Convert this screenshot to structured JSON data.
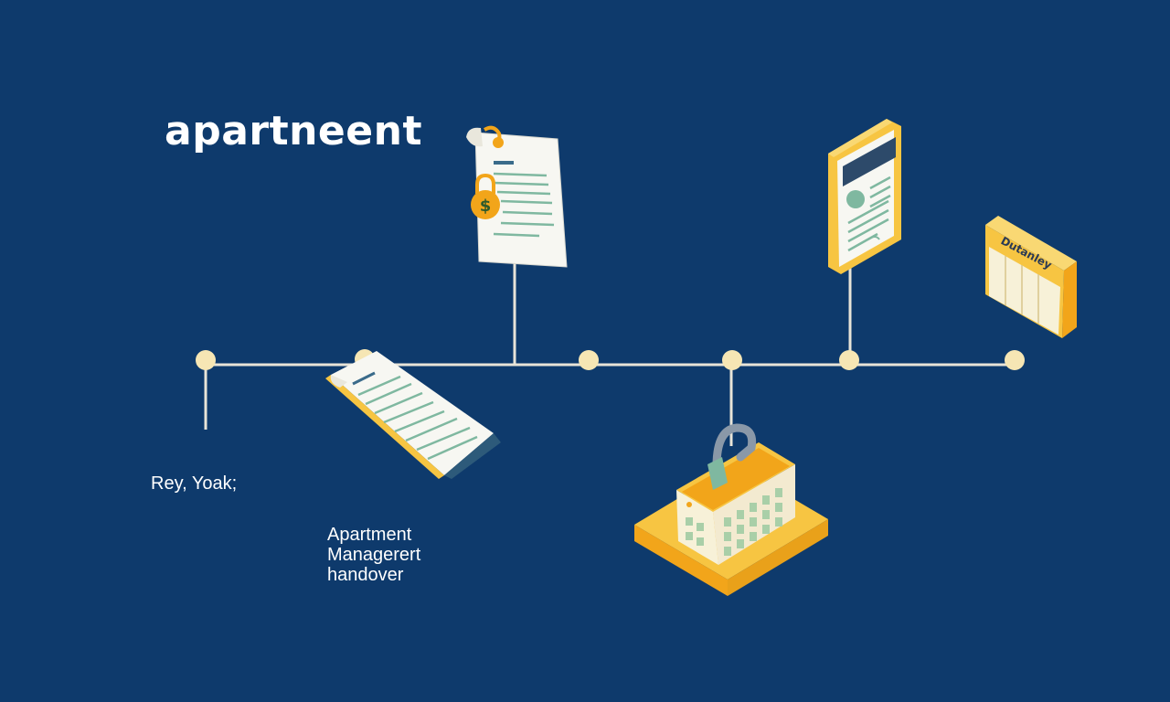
{
  "diagram": {
    "title": "apartneent",
    "start_label": "Rey, Yoak;",
    "handover_label": [
      "Apartment",
      "Managerert",
      "handover"
    ],
    "calendar_label": "Dutanley"
  },
  "colors": {
    "background": "#0e3a6c",
    "line": "#e8e4d8",
    "node": "#f6e6b4",
    "accent_yellow": "#f7c542",
    "accent_orange": "#f2a51a",
    "paper": "#f7f7f2",
    "text_line": "#7fb8a0"
  },
  "icons": [
    "contract-icon",
    "dollar-lock-icon",
    "document-icon",
    "tablet-icon",
    "calendar-icon",
    "building-icon",
    "key-icon"
  ]
}
